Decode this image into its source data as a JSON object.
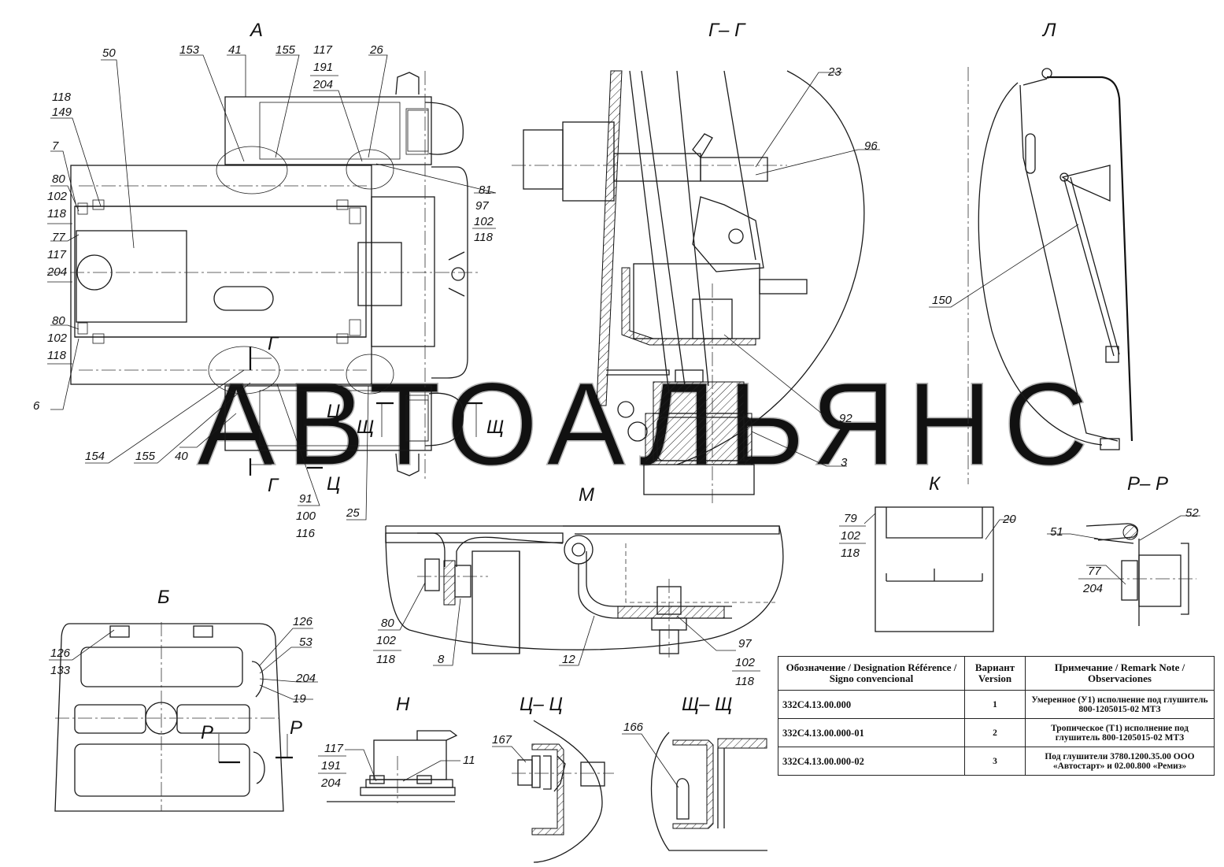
{
  "watermark": "АВТОАЛЬЯНС",
  "views": {
    "A": "А",
    "GG": "Г– Г",
    "L": "Л",
    "M": "М",
    "K": "К",
    "PP": "Р– Р",
    "B": "Б",
    "N": "Н",
    "TsTs": "Ц– Ц",
    "ShchShch": "Щ– Щ"
  },
  "section_marks": {
    "G": "Г",
    "Ts": "Ц",
    "Shch": "Щ",
    "P": "Р"
  },
  "callouts": {
    "c50": "50",
    "c153": "153",
    "c41": "41",
    "c155a": "155",
    "c117a": "117",
    "c191a": "191",
    "c204a": "204",
    "c26": "26",
    "c118a": "118",
    "c149": "149",
    "c7": "7",
    "c80a": "80",
    "c102a": "102",
    "c118b": "118",
    "c77a": "77",
    "c117b": "117",
    "c204b": "204",
    "c80b": "80",
    "c102b": "102",
    "c118c": "118",
    "c6": "6",
    "c154": "154",
    "c155b": "155",
    "c40": "40",
    "c91": "91",
    "c100": "100",
    "c116": "116",
    "c25": "25",
    "c81": "81",
    "c97a": "97",
    "c102c": "102",
    "c118d": "118",
    "c23": "23",
    "c96": "96",
    "c92": "92",
    "c3": "3",
    "c150": "150",
    "c79": "79",
    "c102d": "102",
    "c118e": "118",
    "c20": "20",
    "c51": "51",
    "c52": "52",
    "c77b": "77",
    "c204c": "204",
    "c80c": "80",
    "c102e": "102",
    "c118f": "118",
    "c8": "8",
    "c12": "12",
    "c97b": "97",
    "c102f": "102",
    "c118g": "118",
    "c126a": "126",
    "c133": "133",
    "c126b": "126",
    "c53": "53",
    "c204d": "204",
    "c19": "19",
    "c117c": "117",
    "c191b": "191",
    "c204e": "204",
    "c11": "11",
    "c167": "167",
    "c166": "166"
  },
  "table": {
    "headers": {
      "designation": "Обозначение / Designation Référence / Signo convencional",
      "version": "Вариант Version",
      "remark": "Примечание / Remark Note / Observaciones"
    },
    "rows": [
      {
        "designation": "332С4.13.00.000",
        "version": "1",
        "remark": "Умеренное (У1) исполнение под глушитель 800-1205015-02 МТЗ"
      },
      {
        "designation": "332С4.13.00.000-01",
        "version": "2",
        "remark": "Тропическое (Т1) исполнение под глушитель 800-1205015-02 МТЗ"
      },
      {
        "designation": "332С4.13.00.000-02",
        "version": "3",
        "remark": "Под глушители 3780.1200.35.00 ООО «Автостарт» и 02.00.800 «Ремиз»"
      }
    ]
  }
}
